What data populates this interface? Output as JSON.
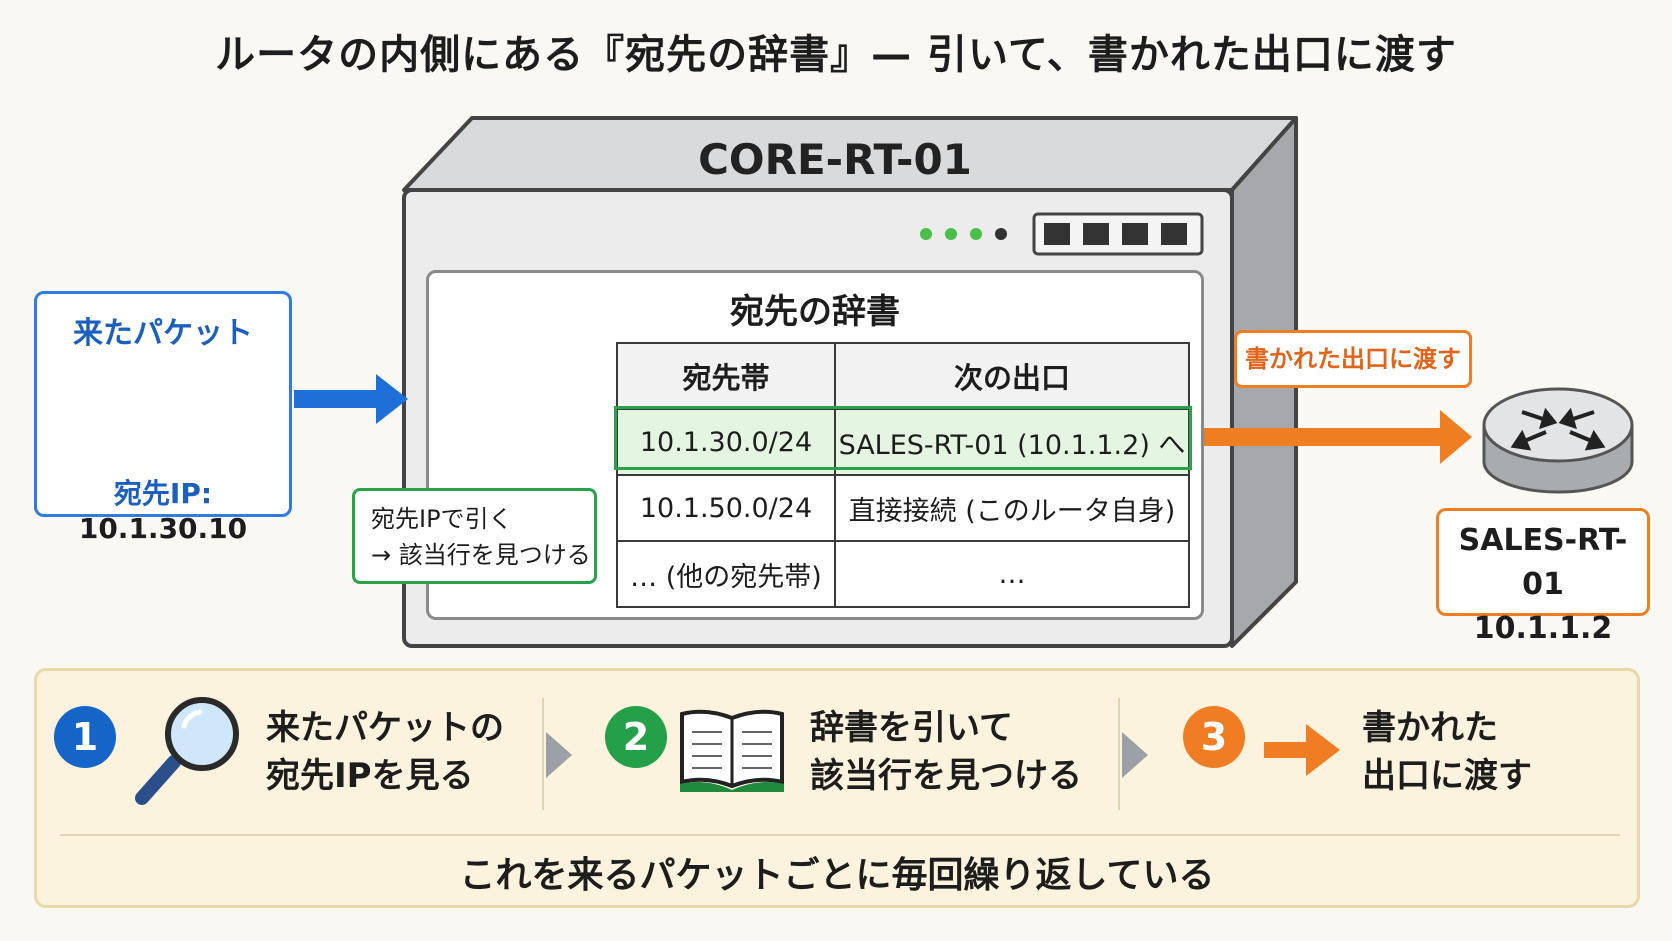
{
  "title": "ルータの内側にある『宛先の辞書』— 引いて、書かれた出口に渡す",
  "packet": {
    "title": "来たパケット",
    "ip_label": "宛先IP:",
    "ip_value": "10.1.30.10"
  },
  "router": {
    "name": "CORE-RT-01",
    "dictionary_title": "宛先の辞書",
    "table": {
      "headers": [
        "宛先帯",
        "次の出口"
      ],
      "rows": [
        {
          "dest": "10.1.30.0/24",
          "next": "SALES-RT-01 (10.1.1.2) へ",
          "highlight": true
        },
        {
          "dest": "10.1.50.0/24",
          "next": "直接接続 (このルータ自身)",
          "highlight": false
        },
        {
          "dest": "… (他の宛先帯)",
          "next": "…",
          "highlight": false
        }
      ]
    },
    "hint": {
      "line1": "宛先IPで引く",
      "line2": "→ 該当行を見つける"
    }
  },
  "handoff_label": "書かれた出口に渡す",
  "next_hop": {
    "name": "SALES-RT-01",
    "ip": "10.1.1.2"
  },
  "steps": [
    {
      "number": "1",
      "line1": "来たパケットの",
      "line2": "宛先IPを見る",
      "color": "#1565c9",
      "icon": "magnifier-icon"
    },
    {
      "number": "2",
      "line1": "辞書を引いて",
      "line2": "該当行を見つける",
      "color": "#24a048",
      "icon": "open-book-icon"
    },
    {
      "number": "3",
      "line1": "書かれた",
      "line2": "出口に渡す",
      "color": "#f07d24",
      "icon": "arrow-right-icon"
    }
  ],
  "footer": "これを来るパケットごとに毎回繰り返している",
  "colors": {
    "packet_blue": "#2f7de0",
    "match_green": "#2aa14b",
    "handoff_orange": "#ef7d22"
  }
}
